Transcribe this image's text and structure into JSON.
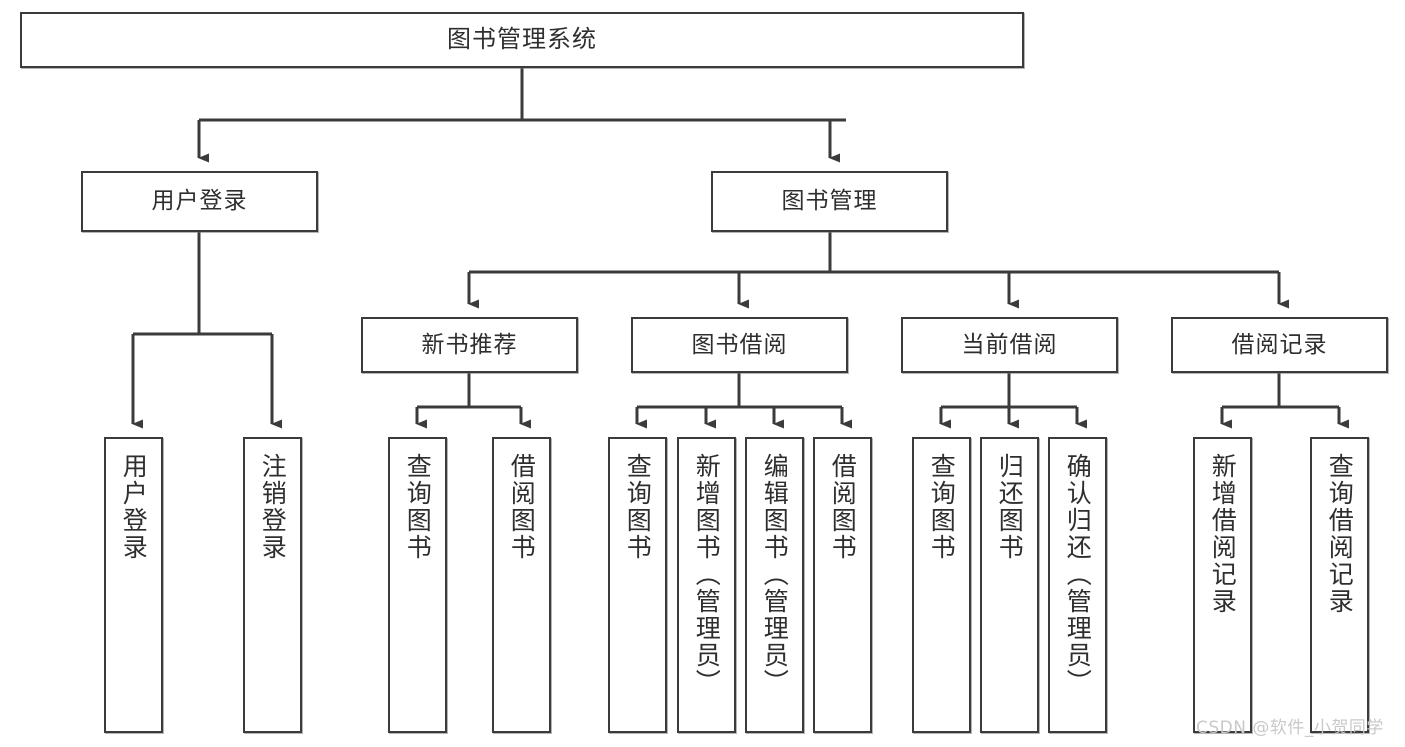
{
  "diagram": {
    "title": "图书管理系统",
    "type": "tree",
    "watermark": "CSDN @软件_小贺同学",
    "colors": {
      "stroke": "#3b3b3b",
      "fill": "#ffffff",
      "text": "#2e2e2e",
      "watermark": "#c9c9c9"
    },
    "nodes": {
      "root": {
        "label": "图书管理系统"
      },
      "level1": [
        {
          "label": "用户登录"
        },
        {
          "label": "图书管理"
        }
      ],
      "level2": [
        {
          "label": "新书推荐"
        },
        {
          "label": "图书借阅"
        },
        {
          "label": "当前借阅"
        },
        {
          "label": "借阅记录"
        }
      ],
      "leaves": {
        "user_login": [
          {
            "label": "用户登录"
          },
          {
            "label": "注销登录"
          }
        ],
        "new_book": [
          {
            "label": "查询图书"
          },
          {
            "label": "借阅图书"
          }
        ],
        "book_borrow": [
          {
            "label": "查询图书"
          },
          {
            "label": "新增图书（管理员）"
          },
          {
            "label": "编辑图书（管理员）"
          },
          {
            "label": "借阅图书"
          }
        ],
        "current_borrow": [
          {
            "label": "查询图书"
          },
          {
            "label": "归还图书"
          },
          {
            "label": "确认归还（管理员）"
          }
        ],
        "borrow_record": [
          {
            "label": "新增借阅记录"
          },
          {
            "label": "查询借阅记录"
          }
        ]
      }
    }
  }
}
